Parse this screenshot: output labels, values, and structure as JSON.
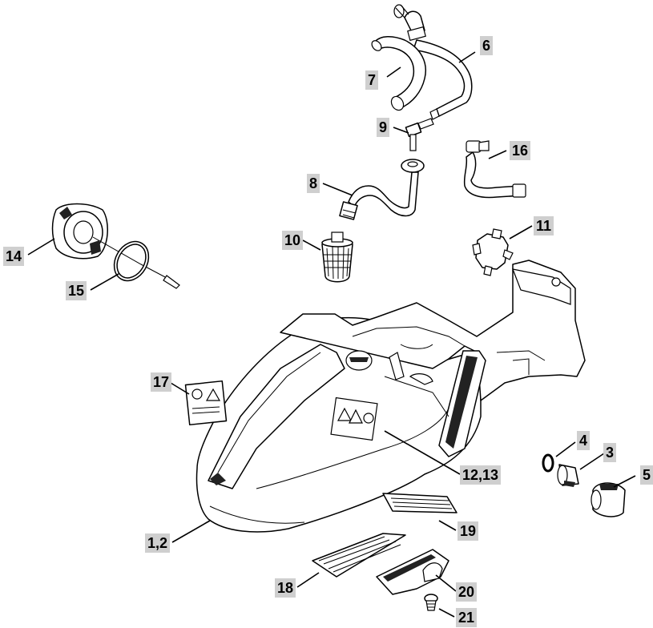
{
  "diagram": {
    "callouts": [
      {
        "id": "c1",
        "text": "1,2"
      },
      {
        "id": "c3",
        "text": "3"
      },
      {
        "id": "c4",
        "text": "4"
      },
      {
        "id": "c5",
        "text": "5"
      },
      {
        "id": "c6",
        "text": "6"
      },
      {
        "id": "c7",
        "text": "7"
      },
      {
        "id": "c8",
        "text": "8"
      },
      {
        "id": "c9",
        "text": "9"
      },
      {
        "id": "c10",
        "text": "10"
      },
      {
        "id": "c11",
        "text": "11"
      },
      {
        "id": "c12",
        "text": "12,13"
      },
      {
        "id": "c14",
        "text": "14"
      },
      {
        "id": "c15",
        "text": "15"
      },
      {
        "id": "c16",
        "text": "16"
      },
      {
        "id": "c17",
        "text": "17"
      },
      {
        "id": "c18",
        "text": "18"
      },
      {
        "id": "c19",
        "text": "19"
      },
      {
        "id": "c20",
        "text": "20"
      },
      {
        "id": "c21",
        "text": "21"
      }
    ],
    "colors": {
      "label_bg": "#cfcfcf",
      "line": "#000000",
      "background": "#ffffff"
    }
  }
}
